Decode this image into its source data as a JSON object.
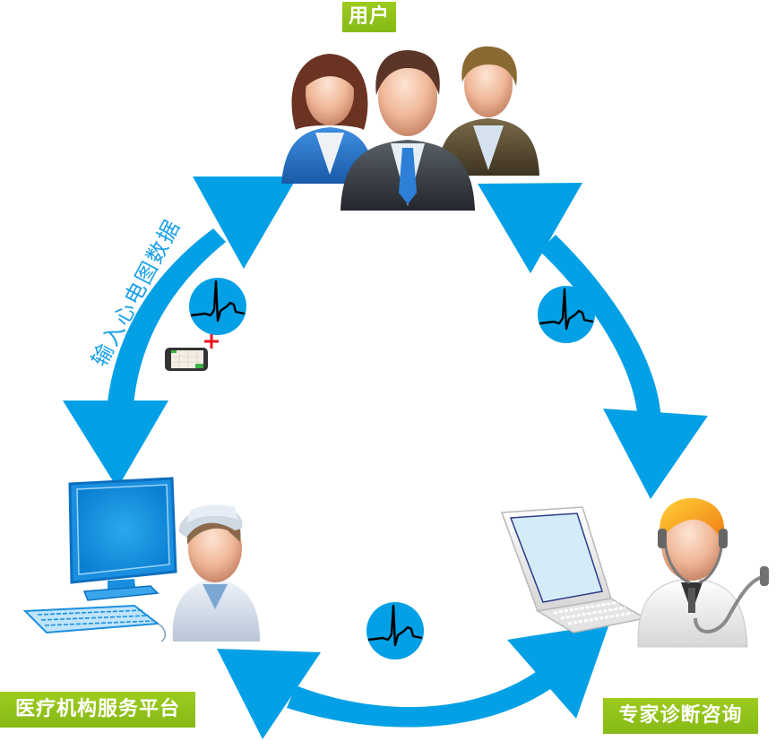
{
  "diagram": {
    "type": "cycle",
    "accent_color": "#03a0e6",
    "label_color": "#8fc31f",
    "nodes": [
      {
        "id": "users",
        "label": "用户",
        "icon": "group-of-users-icon"
      },
      {
        "id": "platform",
        "label": "医疗机构服务平台",
        "icon": "nurse-with-computer-icon"
      },
      {
        "id": "expert",
        "label": "专家诊断咨询",
        "icon": "doctor-with-laptop-icon"
      }
    ],
    "edges": [
      {
        "from": "users",
        "to": "platform",
        "bidirectional": true,
        "label": "输入心电图数据",
        "badge": "ecg-icon",
        "extra": "phone-with-plus-icon"
      },
      {
        "from": "users",
        "to": "expert",
        "bidirectional": true,
        "badge": "ecg-icon"
      },
      {
        "from": "platform",
        "to": "expert",
        "bidirectional": true,
        "badge": "ecg-icon"
      }
    ]
  },
  "labels": {
    "users": "用户",
    "platform": "医疗机构服务平台",
    "expert": "专家诊断咨询",
    "input_ecg": "输入心电图数据"
  }
}
